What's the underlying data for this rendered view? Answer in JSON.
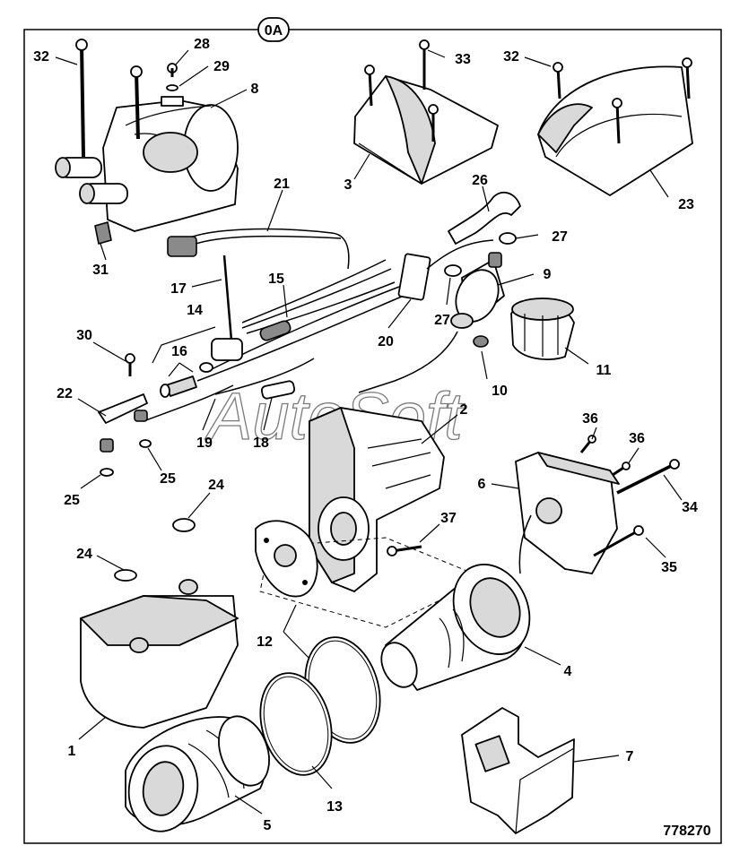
{
  "figure": {
    "group_label": "0A",
    "figure_number": "778270",
    "watermark": "AutoSoft"
  },
  "callouts": [
    {
      "id": "c1",
      "text": "1"
    },
    {
      "id": "c2",
      "text": "2"
    },
    {
      "id": "c3",
      "text": "3"
    },
    {
      "id": "c4",
      "text": "4"
    },
    {
      "id": "c5",
      "text": "5"
    },
    {
      "id": "c6",
      "text": "6"
    },
    {
      "id": "c7",
      "text": "7"
    },
    {
      "id": "c8",
      "text": "8"
    },
    {
      "id": "c9",
      "text": "9"
    },
    {
      "id": "c10",
      "text": "10"
    },
    {
      "id": "c11",
      "text": "11"
    },
    {
      "id": "c12",
      "text": "12"
    },
    {
      "id": "c13",
      "text": "13"
    },
    {
      "id": "c14",
      "text": "14"
    },
    {
      "id": "c15",
      "text": "15"
    },
    {
      "id": "c16",
      "text": "16"
    },
    {
      "id": "c17",
      "text": "17"
    },
    {
      "id": "c18",
      "text": "18"
    },
    {
      "id": "c19",
      "text": "19"
    },
    {
      "id": "c20",
      "text": "20"
    },
    {
      "id": "c21",
      "text": "21"
    },
    {
      "id": "c22",
      "text": "22"
    },
    {
      "id": "c23",
      "text": "23"
    },
    {
      "id": "c24a",
      "text": "24"
    },
    {
      "id": "c24b",
      "text": "24"
    },
    {
      "id": "c25a",
      "text": "25"
    },
    {
      "id": "c25b",
      "text": "25"
    },
    {
      "id": "c26",
      "text": "26"
    },
    {
      "id": "c27a",
      "text": "27"
    },
    {
      "id": "c27b",
      "text": "27"
    },
    {
      "id": "c28",
      "text": "28"
    },
    {
      "id": "c29",
      "text": "29"
    },
    {
      "id": "c30",
      "text": "30"
    },
    {
      "id": "c31",
      "text": "31"
    },
    {
      "id": "c32a",
      "text": "32"
    },
    {
      "id": "c32b",
      "text": "32"
    },
    {
      "id": "c33",
      "text": "33"
    },
    {
      "id": "c34",
      "text": "34"
    },
    {
      "id": "c35",
      "text": "35"
    },
    {
      "id": "c36a",
      "text": "36"
    },
    {
      "id": "c36b",
      "text": "36"
    },
    {
      "id": "c37",
      "text": "37"
    }
  ]
}
